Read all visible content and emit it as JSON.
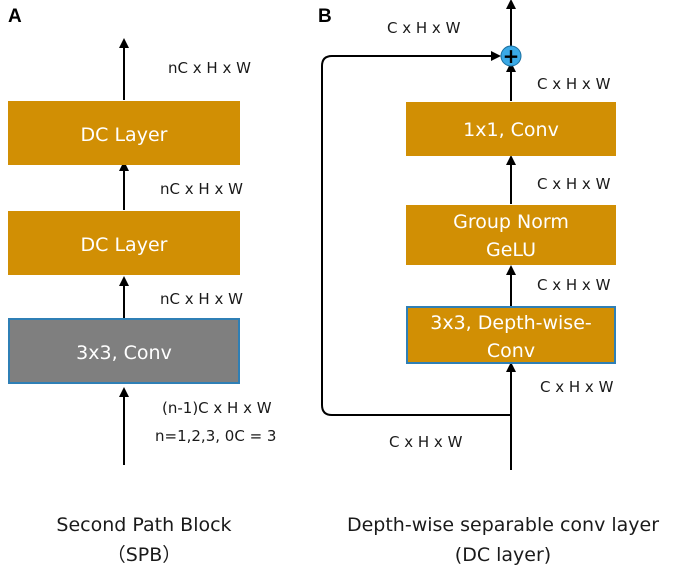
{
  "panel_a": {
    "label": "A",
    "blocks": {
      "dc_top": "DC Layer",
      "dc_bottom": "DC Layer",
      "conv": "3x3, Conv"
    },
    "dims": {
      "out": "nC x H x W",
      "mid1": "nC x H x W",
      "mid2": "nC x H x W",
      "in": "(n-1)C x H x W",
      "note": "n=1,2,3,   0C = 3"
    },
    "caption": {
      "line1": "Second Path Block",
      "line2": "（SPB）"
    }
  },
  "panel_b": {
    "label": "B",
    "blocks": {
      "conv1x1": "1x1, Conv",
      "norm_line1": "Group Norm",
      "norm_line2": "GeLU",
      "dw_line1": "3x3, Depth-wise-",
      "dw_line2": "Conv"
    },
    "dims": {
      "out": "C x H x W",
      "after_conv": "C x H x W",
      "after_norm": "C x H x W",
      "after_dw": "C x H x W",
      "in_dw": "C x H x W",
      "in": "C x H x W"
    },
    "plus_symbol": "+",
    "caption": {
      "line1": "Depth-wise  separable conv layer",
      "line2": "(DC layer)"
    }
  },
  "colors": {
    "block_fill": "#d18f04",
    "block_border_highlight": "#2f7fb5",
    "conv_fill": "#7f7f7f",
    "plus_fill": "#3aa9e6",
    "line": "#000000"
  }
}
